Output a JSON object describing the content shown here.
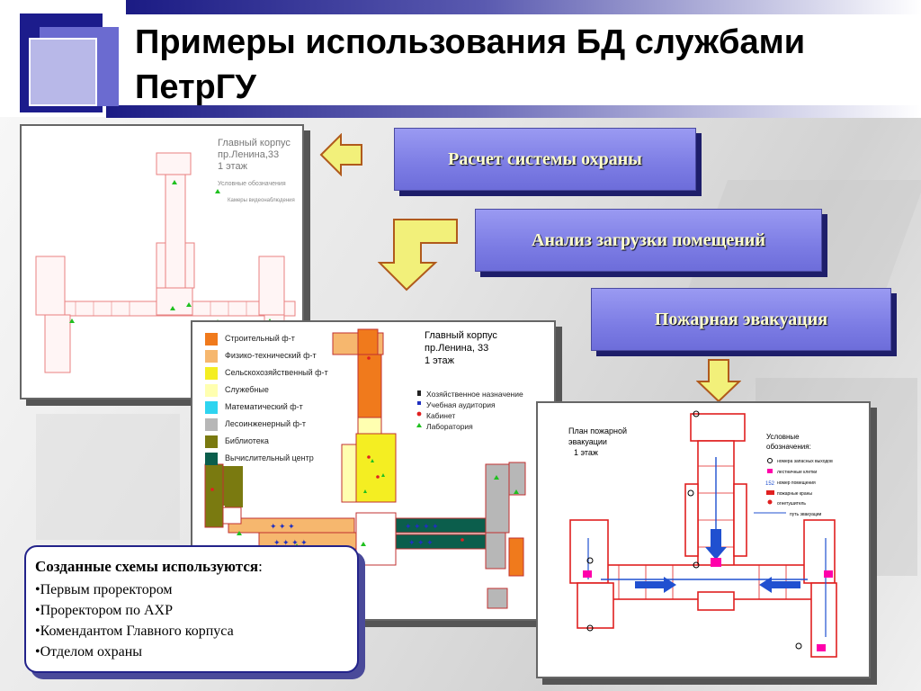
{
  "title": "Примеры использования БД службами ПетрГУ",
  "labels": {
    "security": "Расчет системы охраны",
    "room_load": "Анализ загрузки помещений",
    "evacuation": "Пожарная эвакуация"
  },
  "plan1": {
    "title_line1": "Главный корпус",
    "title_line2": "пр.Ленина,33",
    "title_line3": "1 этаж",
    "legend_title": "Условные обозначения",
    "legend_item": "Камеры видеонаблюдения"
  },
  "plan2": {
    "title_line1": "Главный корпус",
    "title_line2": "пр.Ленина, 33",
    "title_line3": "1 этаж",
    "faculties": [
      {
        "label": "Строительный ф-т",
        "color": "#f07a1c"
      },
      {
        "label": "Физико-технический ф-т",
        "color": "#f6b76e"
      },
      {
        "label": "Сельскохозяйственный ф-т",
        "color": "#f4ee22"
      },
      {
        "label": "Служебные",
        "color": "#ffffb0"
      },
      {
        "label": "Математический ф-т",
        "color": "#2ed4f0"
      },
      {
        "label": "Лесоинженерный ф-т",
        "color": "#b7b7b7"
      },
      {
        "label": "Библиотека",
        "color": "#7a7a10"
      },
      {
        "label": "Вычислительный центр",
        "color": "#0b5e4c"
      }
    ],
    "markers": [
      "Хозяйственное назначение",
      "Учебная аудитория",
      "Кабинет",
      "Лаборатория"
    ]
  },
  "plan3": {
    "title_line1": "План пожарной",
    "title_line2": "эвакуации",
    "title_line3": "1 этаж",
    "legend_title_1": "Условные",
    "legend_title_2": "обозначения:",
    "legend_items": [
      "номера запасных выходов",
      "лестничные клетки",
      "номер помещения",
      "пожарные краны",
      "огнетушитель",
      "путь эвакуации"
    ],
    "room_number": "152"
  },
  "info": {
    "heading": "Созданные схемы используются",
    "colon": ":",
    "items": [
      "•Первым проректором",
      "•Проректором по АХР",
      "•Комендантом Главного корпуса",
      "•Отделом охраны"
    ]
  },
  "colors": {
    "accent_dark": "#1c1c8c",
    "label_bg": "#7c7ce4",
    "label_text": "#ffffcc",
    "arrow_fill": "#f0f07a",
    "plan_line": "#e02020"
  }
}
